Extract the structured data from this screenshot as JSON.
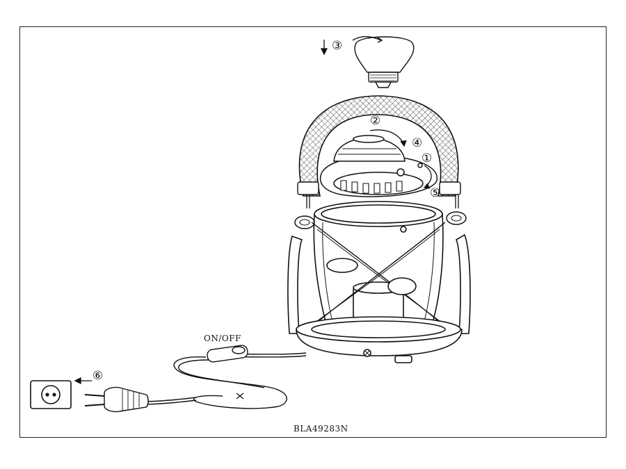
{
  "diagram": {
    "switch_label": "ON/OFF",
    "model_code": "BLA49283N",
    "steps": {
      "step1": "①",
      "step2": "②",
      "step3": "③",
      "step4": "④",
      "step5": "⑤",
      "step6": "⑥"
    }
  }
}
